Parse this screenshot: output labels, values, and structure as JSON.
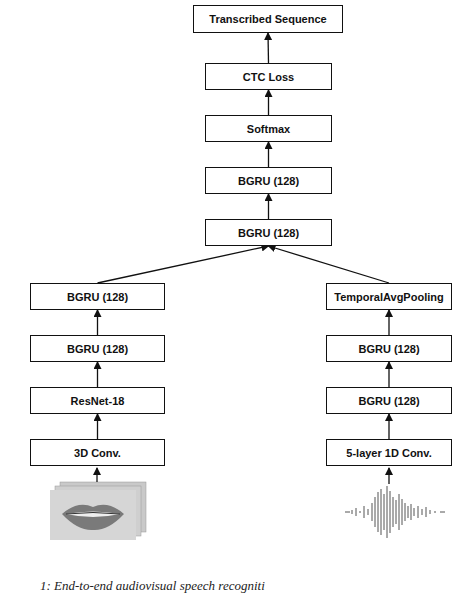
{
  "diagram": {
    "caption": "1: End-to-end audiovisual speech recogniti",
    "nodes": [
      {
        "text": [
          "Transcribed Sequence"
        ]
      },
      {
        "text": [
          "CTC Loss"
        ]
      },
      {
        "text": [
          "Softmax"
        ]
      },
      {
        "text": [
          "BGRU (128)"
        ]
      },
      {
        "text": [
          "BGRU (128)"
        ]
      },
      {
        "text": [
          "BGRU (128)"
        ]
      },
      {
        "text": [
          "TemporalAvgPooling"
        ]
      },
      {
        "text": [
          "BGRU (128)"
        ]
      },
      {
        "text": [
          "BGRU (128)"
        ]
      },
      {
        "text": [
          "ResNet-18"
        ]
      },
      {
        "text": [
          "BGRU (128)"
        ]
      },
      {
        "text": [
          "3D Conv."
        ]
      },
      {
        "text": [
          "5-layer 1D Conv."
        ]
      }
    ],
    "edges": [
      {
        "from": 11,
        "to": 9,
        "arrow": "to"
      },
      {
        "from": 9,
        "to": 7,
        "arrow": "to"
      },
      {
        "from": 7,
        "to": 5,
        "arrow": "to"
      },
      {
        "from": 5,
        "to": 4,
        "arrow": "to"
      },
      {
        "from": 12,
        "to": 10,
        "arrow": "to"
      },
      {
        "from": 10,
        "to": 8,
        "arrow": "to"
      },
      {
        "from": 8,
        "to": 6,
        "arrow": "to"
      },
      {
        "from": 6,
        "to": 4,
        "arrow": "to"
      },
      {
        "from": 4,
        "to": 3,
        "arrow": "to"
      },
      {
        "from": 3,
        "to": 2,
        "arrow": "to"
      },
      {
        "from": 2,
        "to": 1,
        "arrow": "to"
      },
      {
        "from": 1,
        "to": 0,
        "arrow": "to"
      }
    ]
  }
}
